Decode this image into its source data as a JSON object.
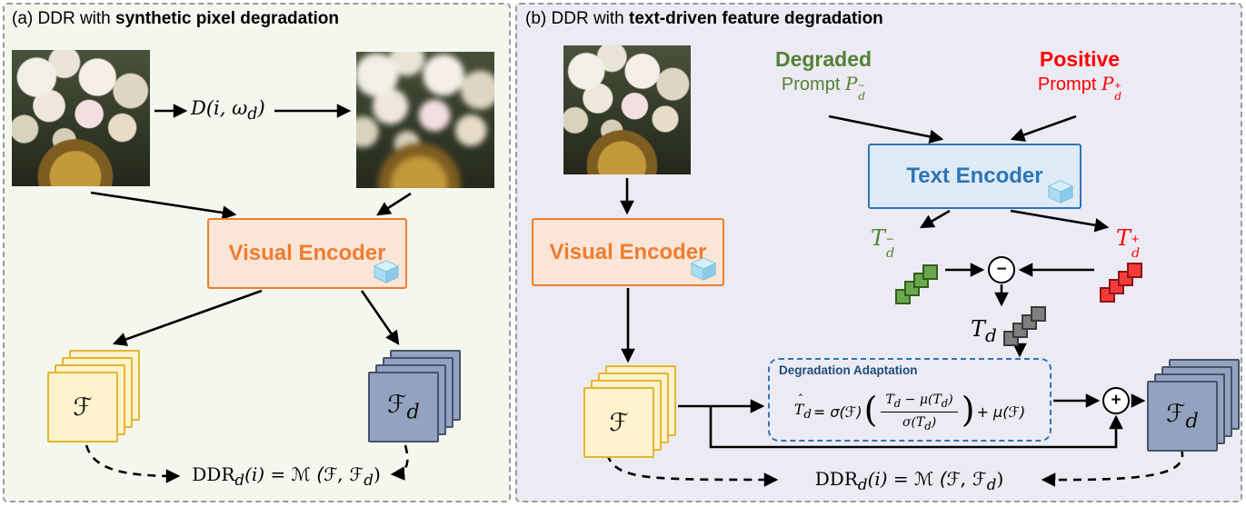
{
  "colors": {
    "orange": "#ED7D31",
    "blue": "#2E75B6",
    "green": "#538135",
    "red": "#FF0000",
    "panel_a_bg": "#F4F7EE",
    "panel_b_bg": "#ECEAF3"
  },
  "panel_a": {
    "title_prefix": "(a) DDR with ",
    "title_emph": "synthetic pixel degradation",
    "degradation_fn": {
      "pre": "D(i, ω",
      "sub": "d",
      "post": ")"
    },
    "visual_encoder_label": "Visual Encoder",
    "clean_feature_label": "ℱ",
    "degraded_feature_label": {
      "base": "ℱ",
      "sub": "d"
    }
  },
  "panel_b": {
    "title_prefix": "(b) DDR with ",
    "title_emph": "text-driven feature degradation",
    "visual_encoder_label": "Visual Encoder",
    "text_encoder_label": "Text Encoder",
    "degraded_prompt": {
      "word": "Degraded",
      "prompt": "Prompt ",
      "symbol": "P",
      "sup": "−",
      "sub": "d"
    },
    "positive_prompt": {
      "word": "Positive",
      "prompt": "Prompt ",
      "symbol": "P",
      "sup": "+",
      "sub": "d"
    },
    "text_feat_neg": {
      "base": "T",
      "sup": "−",
      "sub": "d"
    },
    "text_feat_pos": {
      "base": "T",
      "sup": "+",
      "sub": "d"
    },
    "text_feat_diff": {
      "base": "T",
      "sub": "d"
    },
    "minus_operator": "−",
    "plus_operator": "+",
    "adaptation": {
      "title": "Degradation Adaptation",
      "hat": "ˆ",
      "lhs": "T",
      "lhs_sub": "d",
      "eq": " = σ(ℱ) ",
      "open_paren": "(",
      "close_paren": ")",
      "num_t": "T",
      "num_t_sub": "d",
      "num_rest": " − μ(T",
      "num_rest_sub": "d",
      "num_close": ")",
      "den": "σ(T",
      "den_sub": "d",
      "den_close": ")",
      "tail": " + μ(ℱ)"
    },
    "clean_feature_label": "ℱ",
    "degraded_feature_label": {
      "base": "ℱ",
      "sub": "d"
    }
  },
  "ddr_formula": {
    "name": "DDR",
    "name_sub": "d",
    "args": "(i) = ",
    "metric": "ℳ",
    "open": " (ℱ, ℱ",
    "open_sub": "d",
    "close": ")"
  }
}
